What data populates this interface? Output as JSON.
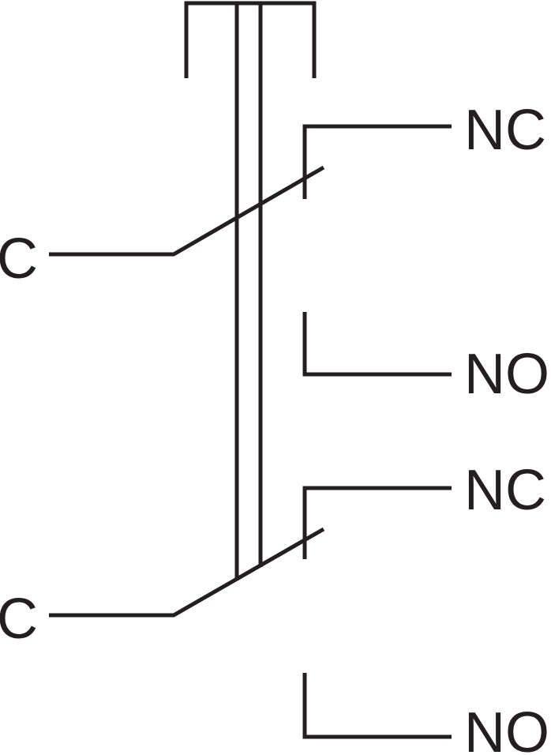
{
  "colors": {
    "line": "#231f20",
    "background": "#ffffff"
  },
  "pole1": {
    "common_label": "C",
    "nc_label": "NC",
    "no_label": "NO"
  },
  "pole2": {
    "common_label": "C",
    "nc_label": "NC",
    "no_label": "NO"
  }
}
